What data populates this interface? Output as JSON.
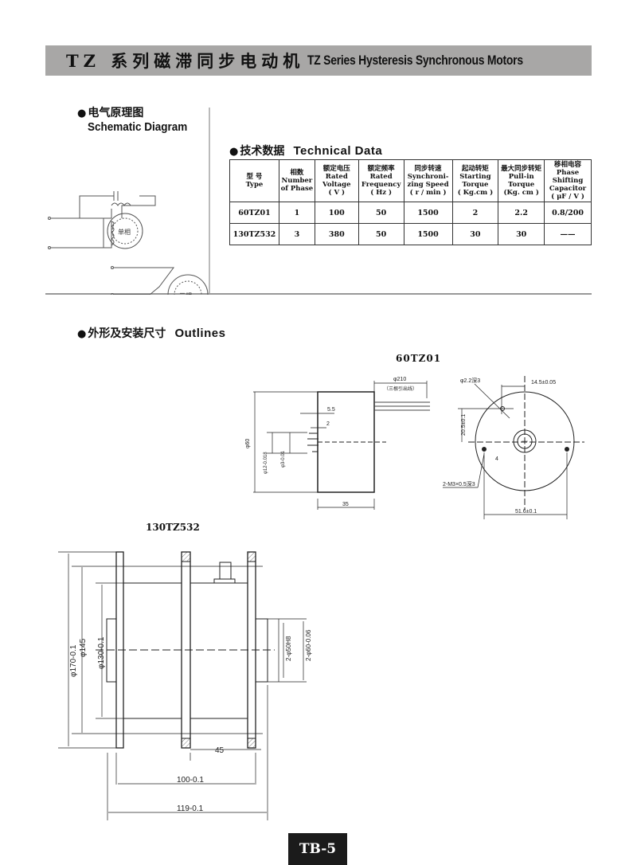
{
  "header": {
    "title_cn": "TZ 系列磁滞同步电动机",
    "title_en": "TZ Series Hysteresis Synchronous Motors"
  },
  "schematic": {
    "heading_cn": "电气原理图",
    "heading_en": "Schematic Diagram",
    "single_phase_label": "单相",
    "three_phase_label": "三相"
  },
  "technical": {
    "heading_cn": "技术数据",
    "heading_en": "Technical Data",
    "columns": [
      {
        "cn": "型 号",
        "en": "Type"
      },
      {
        "cn": "相数",
        "en": "Number of Phase"
      },
      {
        "cn": "额定电压",
        "en": "Rated Voltage",
        "unit": "( V )"
      },
      {
        "cn": "额定频率",
        "en": "Rated Frequency",
        "unit": "( Hz )"
      },
      {
        "cn": "同步转速",
        "en": "Synchroni-zing Speed",
        "unit": "( r / min )"
      },
      {
        "cn": "起动转矩",
        "en": "Starting Torque",
        "unit": "( Kg.cm )"
      },
      {
        "cn": "最大同步转矩",
        "en": "Pull-in Torque",
        "unit": "(Kg. cm )"
      },
      {
        "cn": "移相电容",
        "en": "Phase Shifting Capacitor",
        "unit": "( μF / V )"
      }
    ],
    "rows": [
      [
        "60TZ01",
        "1",
        "100",
        "50",
        "1500",
        "2",
        "2.2",
        "0.8/200"
      ],
      [
        "130TZ532",
        "3",
        "380",
        "50",
        "1500",
        "30",
        "30",
        "——"
      ]
    ]
  },
  "outlines": {
    "heading_cn": "外形及安装尺寸",
    "heading_en": "Outlines",
    "model_a": {
      "label": "60TZ01",
      "lead": "φ210",
      "lead_note": "（三根引出线）",
      "dim_55": "5.5",
      "dim_2": "2",
      "dia_60": "φ60",
      "dia_12": "φ12-0.018",
      "dia_3": "φ3-0.01",
      "len_35": "35",
      "hole": "φ2.2深3",
      "offset_x": "14.5±0.05",
      "offset_y": "20.5±0.1",
      "dim_4": "4",
      "thread": "2-M3×0.5深3",
      "span": "51.6±0.1"
    },
    "model_b": {
      "label": "130TZ532",
      "dia_170": "φ170-0.1",
      "dia_145": "φ145",
      "dia_130": "φ130-0.1",
      "dia_50": "2-φ50H8",
      "dia_60": "2-φ60-0.06",
      "len_45": "45",
      "len_100": "100-0.1",
      "len_119": "119-0.1"
    }
  },
  "footer": {
    "page": "TB-5"
  }
}
